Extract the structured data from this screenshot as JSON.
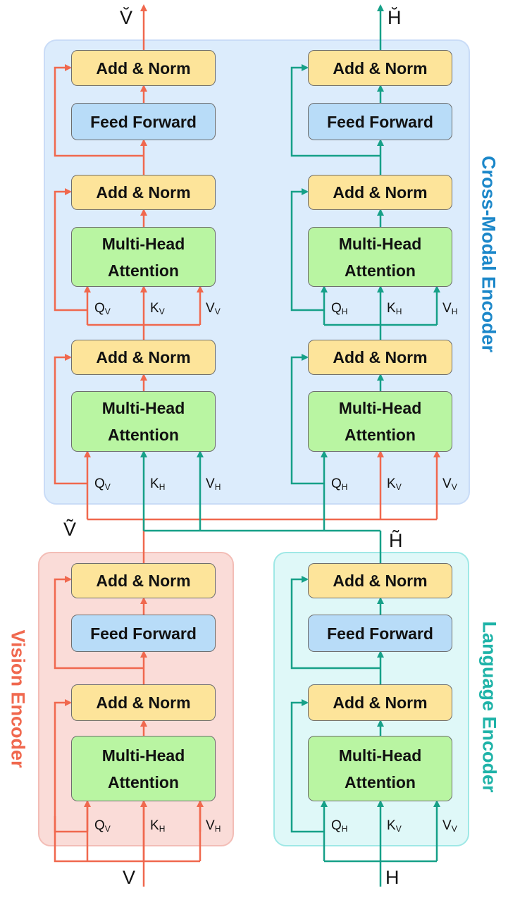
{
  "regions": {
    "cross_modal_encoder": "Cross-Modal Encoder",
    "vision_encoder": "Vision Encoder",
    "language_encoder": "Language Encoder"
  },
  "blocks": {
    "add_norm": "Add & Norm",
    "feed_forward": "Feed Forward",
    "multi_head_attention": "Multi-Head\nAttention"
  },
  "inputs": {
    "vision": "V",
    "language": "H"
  },
  "outputs": {
    "vision": "V̆",
    "language": "H̆"
  },
  "intermediate": {
    "vision": "Ṽ",
    "language": "H̃"
  },
  "labels": {
    "q": "Q",
    "k": "K",
    "v_letter": "V",
    "sub_v": "V",
    "sub_h": "H"
  },
  "colors": {
    "vision": "#f0684e",
    "language": "#16a088",
    "cross_modal_label": "#1b87c9",
    "vision_label": "#f0684e",
    "language_label": "#1fb3a8"
  }
}
